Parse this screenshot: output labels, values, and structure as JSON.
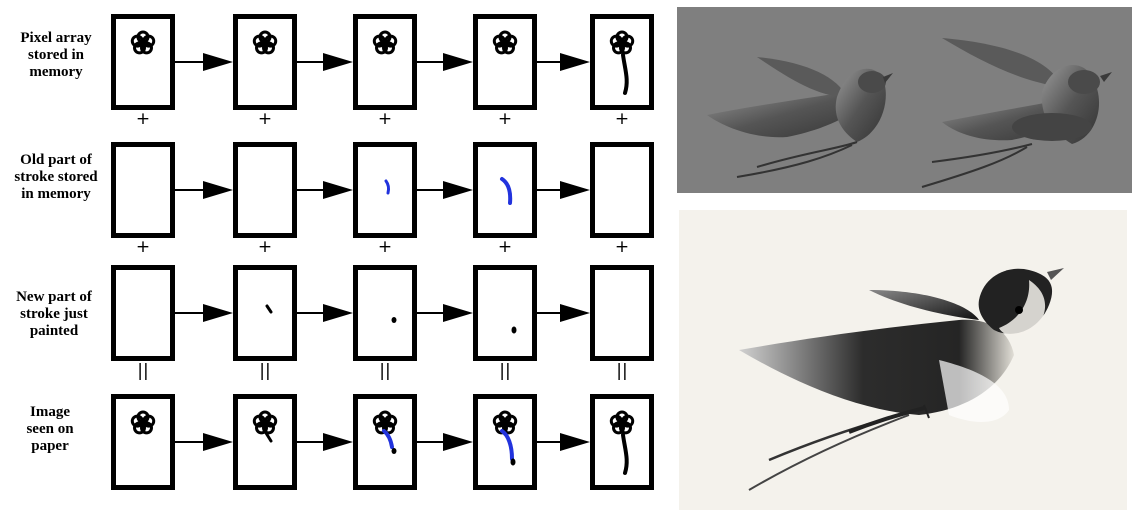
{
  "rows": [
    {
      "id": "pixel-array",
      "label": "Pixel array\nstored in\nmemory"
    },
    {
      "id": "old-stroke",
      "label": "Old part of\nstroke stored\nin memory"
    },
    {
      "id": "new-stroke",
      "label": "New part of\nstroke just\npainted"
    },
    {
      "id": "seen-image",
      "label": "Image\nseen on\npaper"
    }
  ],
  "operators": {
    "plus": "+",
    "equals": "||"
  },
  "frames_per_row": 5,
  "colors": {
    "stroke_memory": "#2233dd",
    "ink": "#000000",
    "render_background": "#7f7f7f",
    "paper_background": "#f4f2ec"
  },
  "images": [
    {
      "id": "bird-3d-models",
      "icon": "swallow-3d-render-icon"
    },
    {
      "id": "bird-ink-painting",
      "icon": "swallow-ink-painting-icon"
    }
  ]
}
